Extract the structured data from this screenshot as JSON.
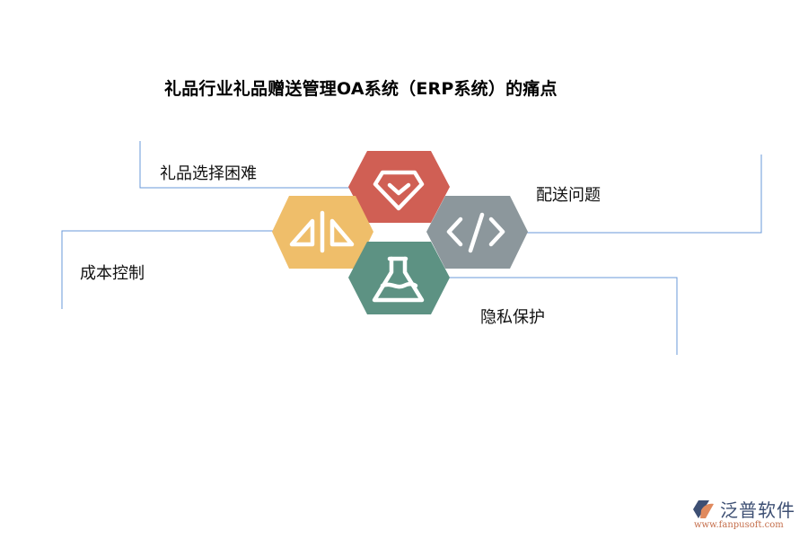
{
  "title": "礼品行业礼品赠送管理OA系统（ERP系统）的痛点",
  "items": [
    {
      "label": "礼品选择困难",
      "icon": "diamond-check-icon",
      "color": "#d05f54"
    },
    {
      "label": "配送问题",
      "icon": "code-icon",
      "color": "#8c979c"
    },
    {
      "label": "成本控制",
      "icon": "balance-triangles-icon",
      "color": "#efbe6a"
    },
    {
      "label": "隐私保护",
      "icon": "flask-icon",
      "color": "#5d9283"
    }
  ],
  "line_color": "#6a98d8",
  "logo": {
    "name": "泛普软件",
    "url": "www.fanpusoft.com"
  }
}
